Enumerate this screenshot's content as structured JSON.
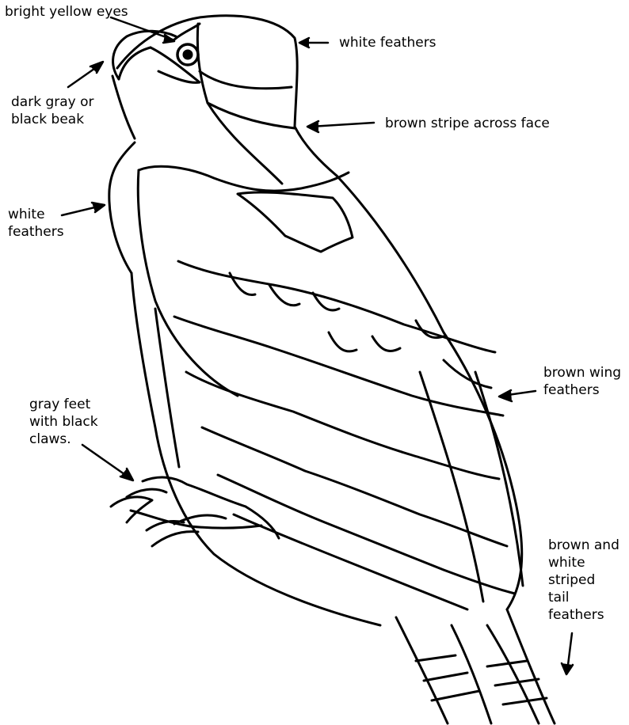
{
  "figure": {
    "line_color": "#000000",
    "background": "#ffffff"
  },
  "labels": {
    "eyes": "bright yellow eyes",
    "white_feathers_top": "white feathers",
    "beak": "dark gray or\nblack beak",
    "stripe": "brown stripe across face",
    "white_feathers_left": "white\nfeathers",
    "wing": "brown wing\nfeathers",
    "feet": "gray feet\nwith black\nclaws.",
    "tail": "brown and\nwhite\nstriped\ntail\nfeathers"
  }
}
